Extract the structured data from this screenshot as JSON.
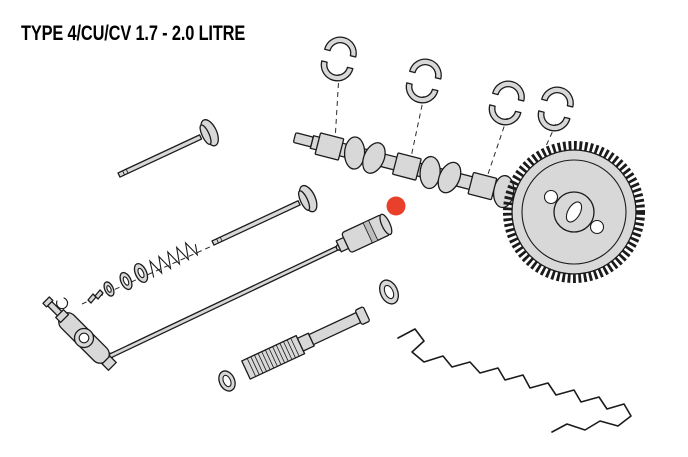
{
  "title": "TYPE 4/CU/CV 1.7 - 2.0 LITRE",
  "diagram": {
    "background": "#ffffff",
    "part_fill": "#d8d8d8",
    "outline_color": "#1b1b1b",
    "highlight_color": "#e8402a",
    "parts": [
      "camshaft",
      "camshaft-timing-gear",
      "bearing-shell-pair-1",
      "bearing-shell-pair-2",
      "bearing-shell-pair-3",
      "bearing-shell-pair-4",
      "valve-1",
      "valve-2",
      "valve-keepers",
      "spring-seat-washer",
      "valve-stem-seal",
      "spring-retainer",
      "valve-spring",
      "circlip",
      "rocker-arm",
      "pushrod",
      "cam-follower",
      "tube-seal-small",
      "pushrod-tube",
      "tube-seal-large",
      "gasket-outline",
      "highlight-marker"
    ]
  }
}
